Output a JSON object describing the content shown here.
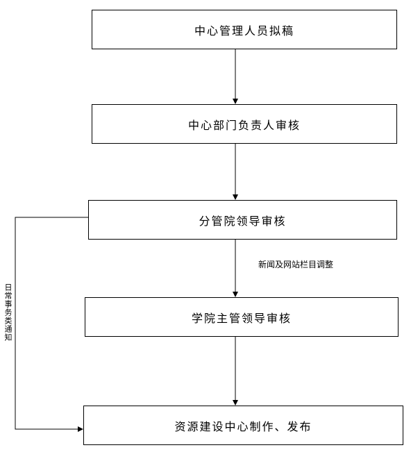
{
  "steps": [
    "中心管理人员拟稿",
    "中心部门负责人审核",
    "分管院领导审核",
    "学院主管领导审核",
    "资源建设中心制作、发布"
  ],
  "edge_labels": {
    "news_adjust": "新闻及网站栏目调整",
    "daily_notice": "日常事务类通知"
  }
}
